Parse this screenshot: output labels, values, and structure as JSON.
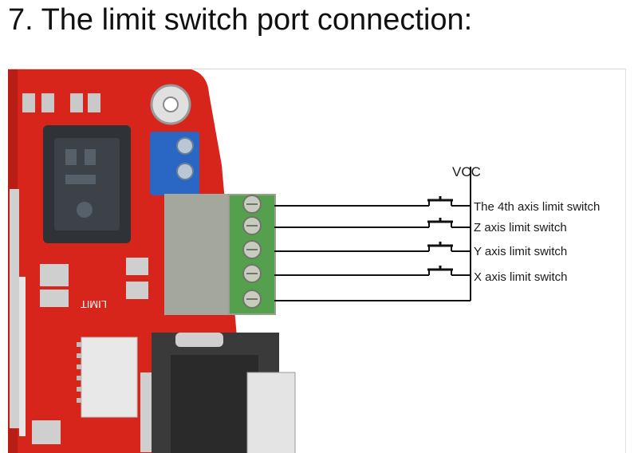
{
  "page": {
    "heading": "7. The limit switch port connection:"
  },
  "diagram": {
    "vcc_label": "VCC",
    "switches": [
      {
        "label": "The 4th axis limit switch"
      },
      {
        "label": "Z axis limit switch"
      },
      {
        "label": "Y axis limit switch"
      },
      {
        "label": "X axis limit switch"
      }
    ],
    "board_silkscreen": "LIMIT",
    "colors": {
      "board": "#d8251c",
      "wire": "#111111",
      "terminal": "#9aa092",
      "terminal_green": "#49a041",
      "blue_terminal": "#2a67c4",
      "chip": "#2f3338",
      "db_connector": "#3a3a3a"
    }
  }
}
